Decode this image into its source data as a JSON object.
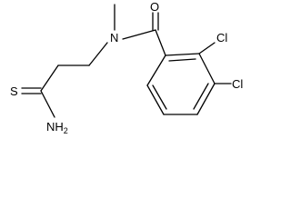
{
  "molecule": {
    "atoms": {
      "oxygen": "O",
      "nitrogen": "N",
      "sulfur": "S",
      "amine": "NH2",
      "chlorine_upper": "Cl",
      "chlorine_lower": "Cl"
    }
  },
  "colors": {
    "bond": "#000000",
    "background": "#ffffff"
  }
}
